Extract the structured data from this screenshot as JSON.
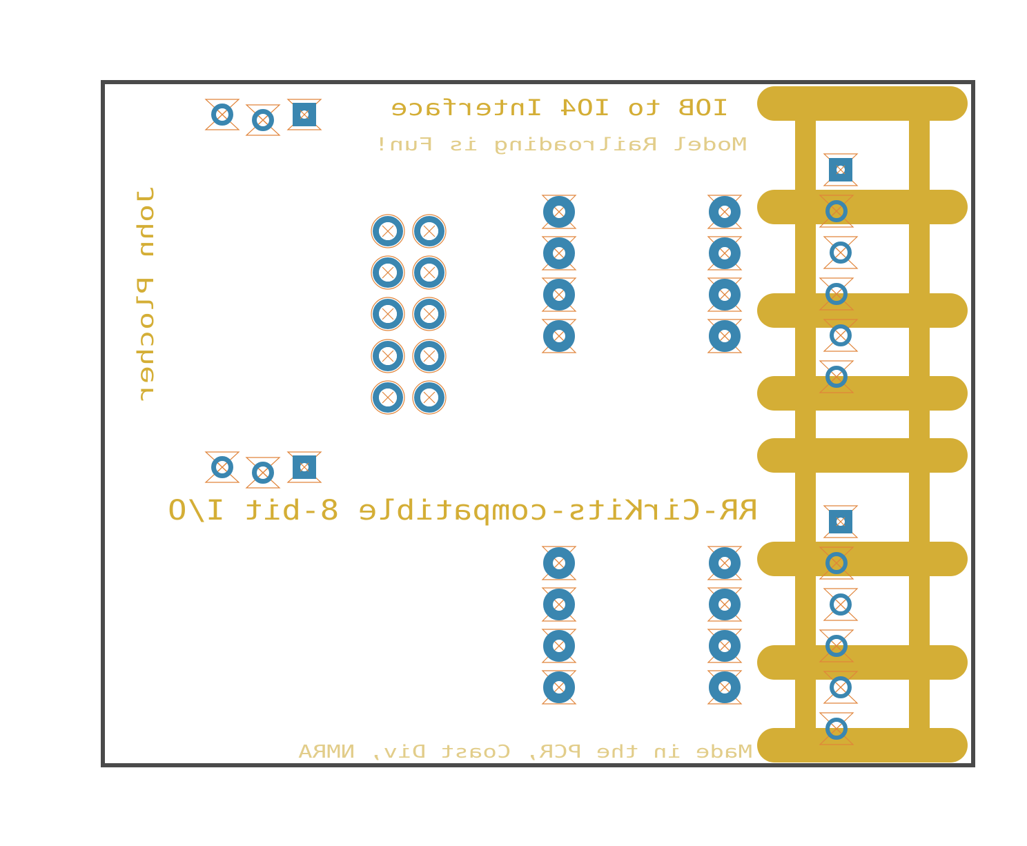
{
  "colors": {
    "background": "#ffffff",
    "board_outline": "#4a4a4a",
    "copper": "#d4ae36",
    "pad": "#3a86b0",
    "drill_marker": "#e0843a",
    "silkscreen_strong": "#d4ae36",
    "silkscreen_faint": "#e2cd8a"
  },
  "text": {
    "title": "IOB to IO4 Interface",
    "subtitle": "Model Railroading is  Fun!",
    "author": "John Plocher",
    "product": "RR-CirKits-compatible 8-bit I/O",
    "footer": "Made in the PCR, Coast Div, NMRA"
  },
  "components": [
    {
      "ref": "top-3pin-jumper",
      "pins": 3,
      "square_pin": 1
    },
    {
      "ref": "mid-3pin-jumper",
      "pins": 3,
      "square_pin": 1
    },
    {
      "ref": "2x5-header",
      "pins": 10
    },
    {
      "ref": "upper-4pin-left",
      "pins": 4
    },
    {
      "ref": "upper-4pin-right",
      "pins": 4
    },
    {
      "ref": "lower-4pin-left",
      "pins": 4
    },
    {
      "ref": "lower-4pin-right",
      "pins": 4
    },
    {
      "ref": "upper-6pin-connector",
      "pins": 6,
      "square_pin": 1
    },
    {
      "ref": "lower-6pin-connector",
      "pins": 6,
      "square_pin": 1
    }
  ]
}
